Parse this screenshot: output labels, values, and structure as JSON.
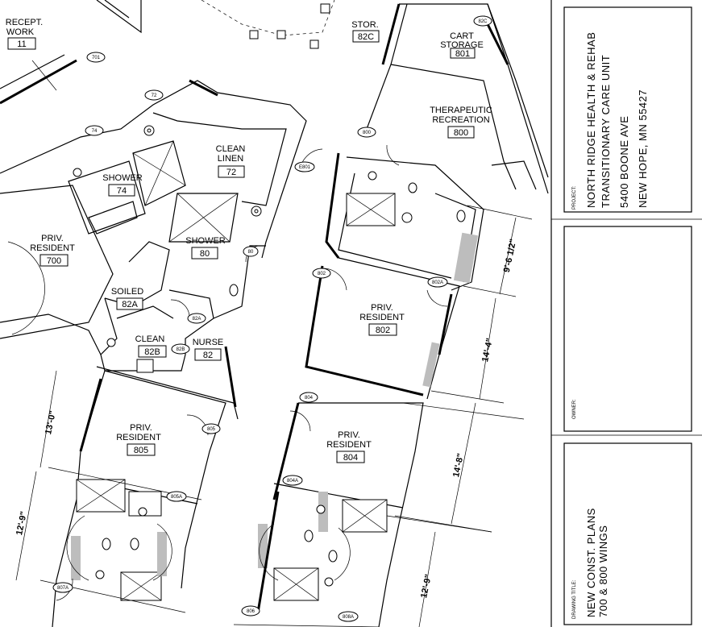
{
  "rooms": [
    {
      "id": "recept",
      "name": "RECEPT.\nWORK",
      "number": "11"
    },
    {
      "id": "stor82c",
      "name": "STOR.",
      "number": "82C"
    },
    {
      "id": "cart",
      "name": "CART\nSTORAGE",
      "number": "801"
    },
    {
      "id": "therapeutic",
      "name": "THERAPEUTIC\nRECREATION",
      "number": "800"
    },
    {
      "id": "cleanlinen",
      "name": "CLEAN\nLINEN",
      "number": "72"
    },
    {
      "id": "shower74",
      "name": "SHOWER",
      "number": "74"
    },
    {
      "id": "priv700",
      "name": "PRIV.\nRESIDENT",
      "number": "700"
    },
    {
      "id": "shower80",
      "name": "SHOWER",
      "number": "80"
    },
    {
      "id": "soiled",
      "name": "SOILED",
      "number": "82A"
    },
    {
      "id": "clean82b",
      "name": "CLEAN",
      "number": "82B"
    },
    {
      "id": "nurse",
      "name": "NURSE",
      "number": "82"
    },
    {
      "id": "priv802",
      "name": "PRIV.\nRESIDENT",
      "number": "802"
    },
    {
      "id": "priv805",
      "name": "PRIV.\nRESIDENT",
      "number": "805"
    },
    {
      "id": "priv804",
      "name": "PRIV.\nRESIDENT",
      "number": "804"
    }
  ],
  "door_tags": [
    "701",
    "72",
    "74",
    "82C",
    "800",
    "E801",
    "80",
    "802",
    "82A",
    "82B",
    "805",
    "802A",
    "804",
    "804A",
    "805A",
    "807A",
    "806",
    "808A"
  ],
  "dimensions": [
    "13'-0\"",
    "12'-9\"",
    "9'-6 1/2\"",
    "14'-4\"",
    "14'-8\"",
    "12'-9\""
  ],
  "title_block": {
    "project_caption": "PROJECT:",
    "project_lines": [
      "NORTH RIDGE HEALTH & REHAB",
      "TRANSITIONARY CARE UNIT",
      "5400 BOONE AVE",
      "NEW HOPE, MN  55427"
    ],
    "owner_caption": "OWNER:",
    "drawing_caption": "DRAWING TITLE:",
    "drawing_lines": [
      "NEW CONST. PLANS",
      "700 & 800 WINGS"
    ]
  }
}
